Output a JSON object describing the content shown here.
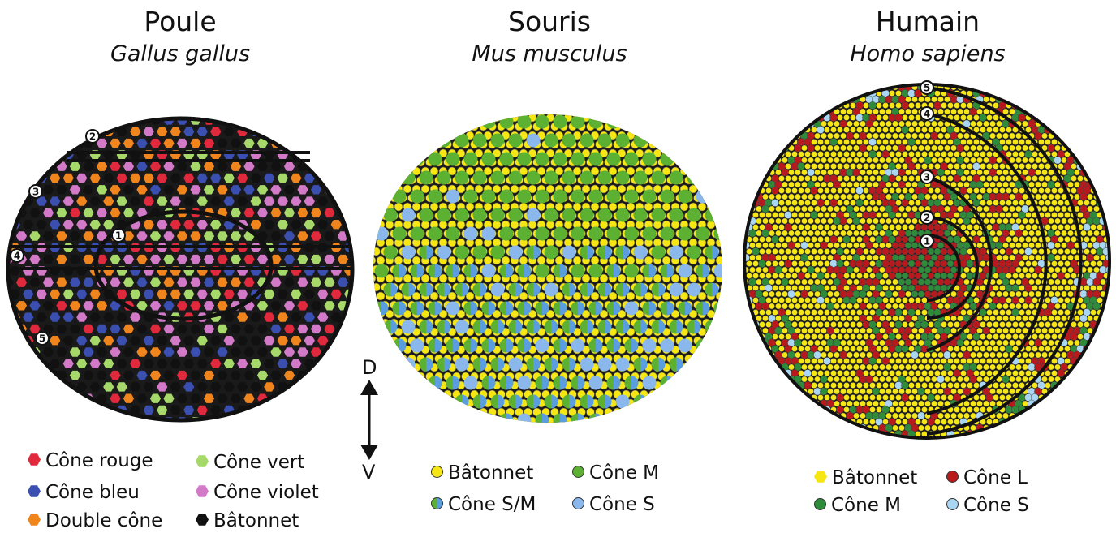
{
  "panels": [
    {
      "title": "Poule",
      "species": "Gallus gallus",
      "zone_labels": [
        "1",
        "2",
        "3",
        "4",
        "5"
      ],
      "legend": [
        {
          "label": "Cône rouge",
          "color": "#e0293d",
          "shape": "hexagon"
        },
        {
          "label": "Cône vert",
          "color": "#a6d96a",
          "shape": "hexagon"
        },
        {
          "label": "Cône bleu",
          "color": "#3b4fb0",
          "shape": "hexagon"
        },
        {
          "label": "Cône violet",
          "color": "#d279c8",
          "shape": "hexagon"
        },
        {
          "label": "Double cône",
          "color": "#f0851e",
          "shape": "hexagon"
        },
        {
          "label": "Bâtonnet",
          "color": "#111111",
          "shape": "hexagon"
        }
      ]
    },
    {
      "title": "Souris",
      "species": "Mus musculus",
      "legend": [
        {
          "label": "Bâtonnet",
          "color": "#f5e614",
          "shape": "circle"
        },
        {
          "label": "Cône M",
          "color": "#5cb032",
          "shape": "circle"
        },
        {
          "label": "Cône S/M",
          "color": "#5cb032",
          "color2": "#5b9ee0",
          "shape": "split-circle"
        },
        {
          "label": "Cône S",
          "color": "#8ab8ec",
          "shape": "circle"
        }
      ]
    },
    {
      "title": "Humain",
      "species": "Homo sapiens",
      "zone_labels": [
        "1",
        "2",
        "3",
        "4",
        "5"
      ],
      "legend": [
        {
          "label": "Bâtonnet",
          "color": "#f5e614",
          "shape": "hexagon"
        },
        {
          "label": "Cône L",
          "color": "#b8191c",
          "shape": "circle"
        },
        {
          "label": "Cône M",
          "color": "#2e8b3a",
          "shape": "circle"
        },
        {
          "label": "Cône S",
          "color": "#a9d6f2",
          "shape": "circle"
        }
      ]
    }
  ],
  "axis": {
    "dorsal": "D",
    "ventral": "V"
  }
}
